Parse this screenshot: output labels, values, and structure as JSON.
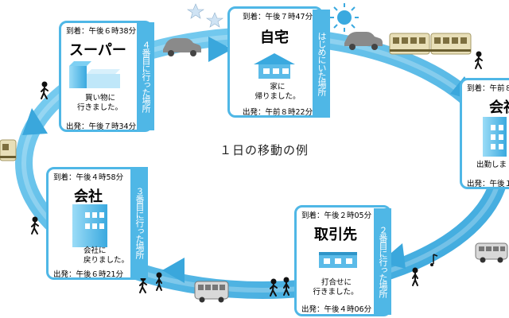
{
  "center_title": "１日の移動の例",
  "colors": {
    "accent": "#4fb7e6",
    "arrow": "#5bbbe8",
    "accent_dark": "#2f95c8"
  },
  "cards": {
    "home": {
      "arrive": "到着：午後７時47分",
      "place": "自宅",
      "note_l1": "家に",
      "note_l2": "帰りました。",
      "depart": "出発：午前８時22分",
      "band": "はじめにいた場所"
    },
    "office_right": {
      "arrive": "到着：午前８",
      "place": "会社",
      "note_l1": "出勤しま",
      "depart": "出発：午後１"
    },
    "client": {
      "arrive": "到着：午後２時05分",
      "place": "取引先",
      "note_l1": "打合せに",
      "note_l2": "行きました。",
      "depart": "出発：午後４時06分",
      "band": "２番目に行った場所"
    },
    "office_left": {
      "arrive": "到着：午後４時58分",
      "place": "会社",
      "note_l1": "会社に",
      "note_l2": "戻りました。",
      "depart": "出発：午後６時21分",
      "band": "３番目に行った場所"
    },
    "super": {
      "arrive": "到着：午後６時38分",
      "place": "スーパー",
      "note_l1": "買い物に",
      "note_l2": "行きました。",
      "depart": "出発：午後７時34分",
      "band": "４番目に行った場所"
    }
  }
}
